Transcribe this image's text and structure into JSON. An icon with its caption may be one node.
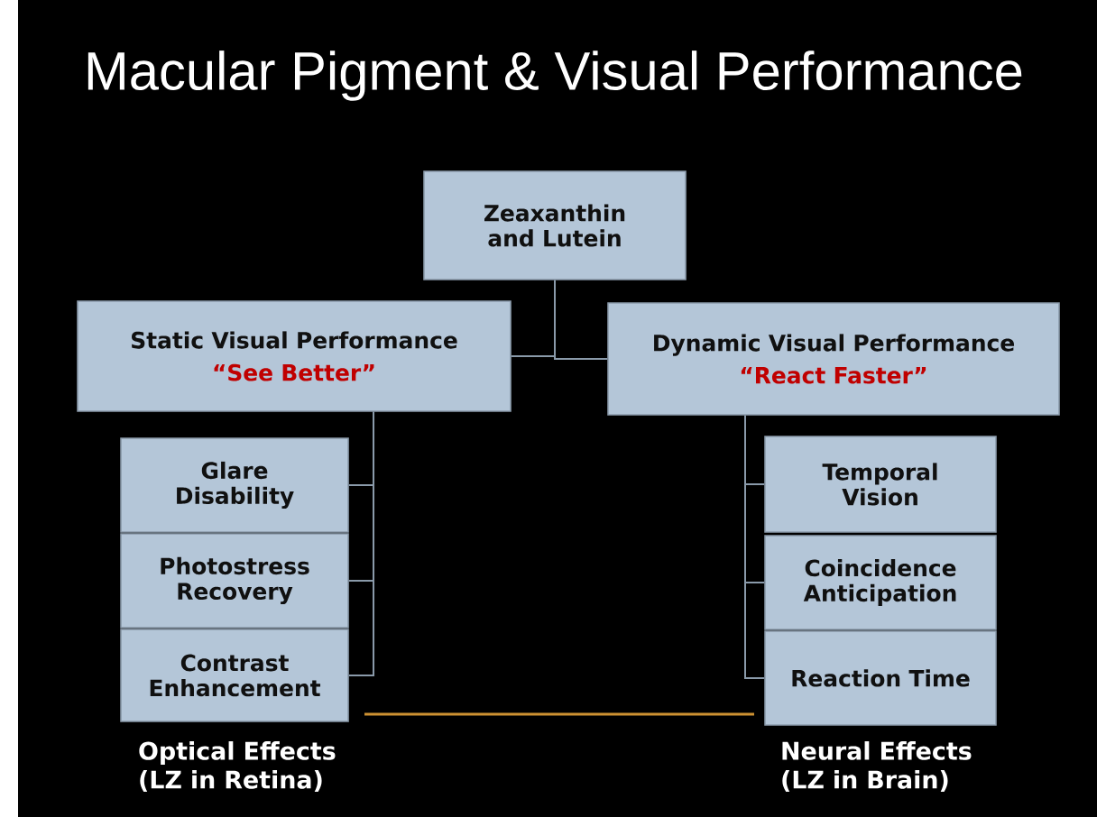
{
  "diagram": {
    "title": "Macular Pigment & Visual Performance",
    "nodes": [
      {
        "text": [
          "Zeaxanthin and Lutein"
        ]
      },
      {
        "text": [
          "Static Visual Performance",
          "“See Better”"
        ]
      },
      {
        "text": [
          "Dynamic Visual Performance",
          "“React Faster”"
        ]
      },
      {
        "text": [
          "Glare Disability"
        ]
      },
      {
        "text": [
          "Photostress Recovery"
        ]
      },
      {
        "text": [
          "Contrast Enhancement"
        ]
      },
      {
        "text": [
          "Temporal Vision"
        ]
      },
      {
        "text": [
          "Coincidence Anticipation"
        ]
      },
      {
        "text": [
          "Reaction Time"
        ]
      }
    ],
    "edges": [
      {
        "from": 0,
        "to": 1,
        "arrow": "none"
      },
      {
        "from": 0,
        "to": 2,
        "arrow": "none"
      },
      {
        "from": 1,
        "to": 3,
        "arrow": "none"
      },
      {
        "from": 1,
        "to": 4,
        "arrow": "none"
      },
      {
        "from": 1,
        "to": 5,
        "arrow": "none"
      },
      {
        "from": 2,
        "to": 6,
        "arrow": "none"
      },
      {
        "from": 2,
        "to": 7,
        "arrow": "none"
      },
      {
        "from": 2,
        "to": 8,
        "arrow": "none"
      }
    ],
    "labels": [
      "Optical Effects (LZ in Retina)",
      "Neural Effects (LZ in Brain)"
    ]
  }
}
